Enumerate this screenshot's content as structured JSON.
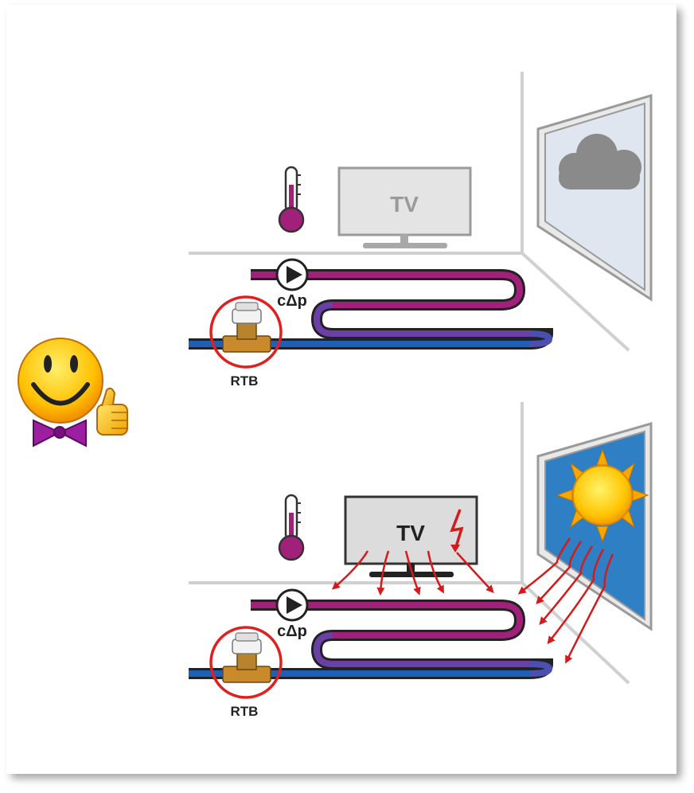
{
  "scenes": [
    {
      "tv_label": "TV",
      "pump_label": "cΔp",
      "valve_label": "RTB",
      "window": "cloud",
      "tv_heat_gain": false
    },
    {
      "tv_label": "TV",
      "pump_label": "cΔp",
      "valve_label": "RTB",
      "window": "sun",
      "tv_heat_gain": true
    }
  ],
  "colors": {
    "supply_pipe": "#a0207a",
    "middle_pipe": "#6a3fa6",
    "return_pipe": "#1f5fb8",
    "valve_ring": "#e02020",
    "heat_arrow": "#d41a1a",
    "sky": "#2f7fc4",
    "tv_off": "#dddddd",
    "smiley": "#ffb800",
    "bowtie": "#9b1fa0"
  },
  "icons": [
    "thermometer-icon",
    "pump-icon",
    "valve-icon",
    "tv-icon",
    "cloud-icon",
    "sun-icon",
    "smiley-icon",
    "thumbs-up-icon",
    "lightning-icon"
  ]
}
